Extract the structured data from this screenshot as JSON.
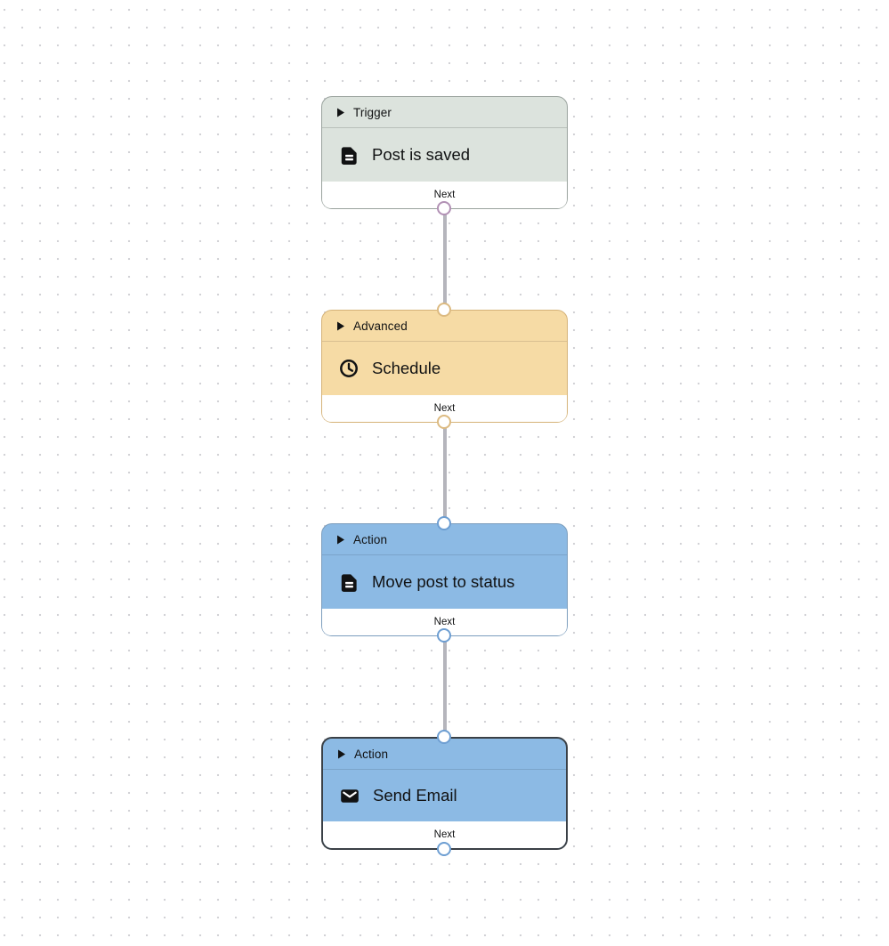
{
  "canvas": {
    "dot_color": "#d2d2d6",
    "connector_color": "#b5b5bc"
  },
  "nodes": [
    {
      "category": "Trigger",
      "label": "Post is saved",
      "icon": "document-icon",
      "next_label": "Next",
      "selected": false,
      "fill": "#dce3dd",
      "border": "#99a29d",
      "divider": "#b9c0ba",
      "port_color": "#b190b4"
    },
    {
      "category": "Advanced",
      "label": "Schedule",
      "icon": "clock-icon",
      "next_label": "Next",
      "selected": false,
      "fill": "#f6dba5",
      "border": "#d5b277",
      "divider": "#d9c092",
      "port_color": "#dcba81"
    },
    {
      "category": "Action",
      "label": "Move post to status",
      "icon": "document-icon",
      "next_label": "Next",
      "selected": false,
      "fill": "#8cbae4",
      "border": "#7b9dbd",
      "divider": "#7ba4ca",
      "port_color": "#6d9ed2"
    },
    {
      "category": "Action",
      "label": "Send Email",
      "icon": "mail-icon",
      "next_label": "Next",
      "selected": true,
      "fill": "#8cbae4",
      "border": "#3a4046",
      "divider": "#7ba4ca",
      "port_color": "#6d9ed2"
    }
  ]
}
